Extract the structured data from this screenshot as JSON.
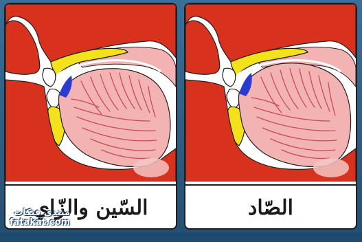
{
  "panels": [
    {
      "id": "left",
      "caption": "السّين والزّاي"
    },
    {
      "id": "right",
      "caption": "الصّاد"
    }
  ],
  "watermark": {
    "arabic": "منتدى فتكات",
    "latin": "fatakat.com"
  },
  "colors": {
    "tissue_red": "#d8321e",
    "tongue_pink": "#f3b3b3",
    "tongue_lines": "#c94a55",
    "teeth_yellow": "#f3e21b",
    "contact_blue": "#2b3bd0",
    "outline": "#1f1f1f"
  }
}
